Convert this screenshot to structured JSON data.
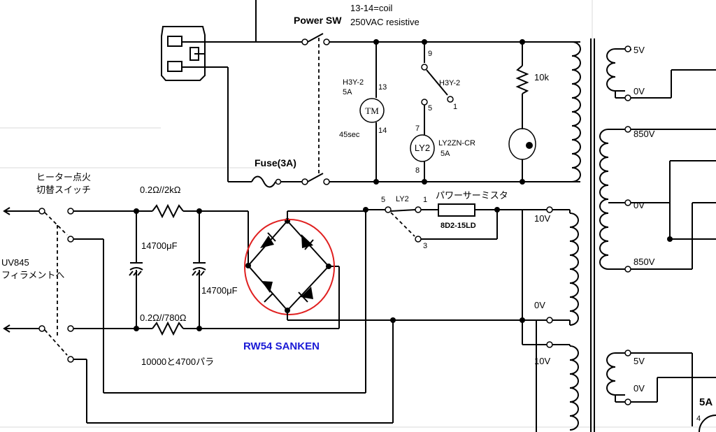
{
  "labels": {
    "power_sw": "Power SW",
    "coil_note": "13-14=coil",
    "vac_note": "250VAC  resistive",
    "fuse": "Fuse(3A)",
    "timer_model": "H3Y-2",
    "timer_amp": "5A",
    "timer_time": "45sec",
    "timer_symbol": "TM",
    "relay_contact_model": "H3Y-2",
    "relay_model": "LY2ZN-CR",
    "relay_amp": "5A",
    "relay_symbol": "LY2",
    "resistor_10k": "10k",
    "heater_switch_1": "ヒーター点火",
    "heater_switch_2": "切替スイッチ",
    "r_top": "0.2Ω//2kΩ",
    "r_bottom": "0.2Ω//780Ω",
    "cap_1": "14700μF",
    "cap_2": "14700μF",
    "cap_note": "10000と4700パラ",
    "filament_1": "UV845",
    "filament_2": "フィラメントへ",
    "bridge": "RW54  SANKEN",
    "relay_contact_ly2": "LY2",
    "thermistor_label": "パワーサーミスタ",
    "thermistor_model": "8D2-15LD",
    "sec_5v_a": "5V",
    "sec_0v_a": "0V",
    "sec_850v_a": "850V",
    "sec_0v_b": "0V",
    "sec_850v_b": "850V",
    "sec_10v_a": "10V",
    "sec_0v_c": "0V",
    "sec_10v_b": "10V",
    "sec_5v_b": "5V",
    "sec_0v_d": "0V",
    "tube_5a": "5A",
    "pin_4": "4"
  },
  "pins": {
    "p13": "13",
    "p14": "14",
    "p9": "9",
    "p1": "1",
    "p5": "5",
    "p7": "7",
    "p8": "8",
    "ly2_5": "5",
    "ly2_1": "1",
    "ly2_3": "3"
  },
  "colors": {
    "wire": "#000000",
    "bridge_circle": "#e02020",
    "bridge_text": "#1a1ad6"
  }
}
